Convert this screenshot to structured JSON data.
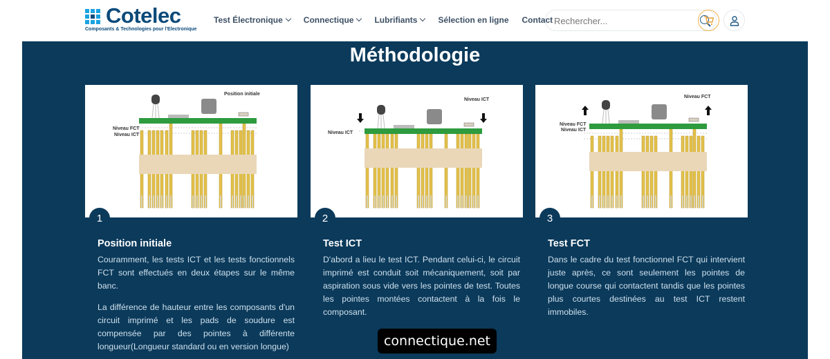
{
  "header": {
    "logo": {
      "name": "Cotelec",
      "tagline": "Composants & Technologies pour l'Electronique"
    },
    "nav": [
      {
        "label": "Test Électronique",
        "dropdown": true
      },
      {
        "label": "Connectique",
        "dropdown": true
      },
      {
        "label": "Lubrifiants",
        "dropdown": true
      },
      {
        "label": "Sélection en ligne",
        "dropdown": false
      },
      {
        "label": "Contact",
        "dropdown": false
      }
    ],
    "search": {
      "placeholder": "Rechercher...",
      "value": ""
    },
    "icons": [
      "search-icon",
      "cart-icon",
      "user-icon"
    ],
    "colors": {
      "brand": "#0b4a7a",
      "accent": "#1aa3e0",
      "cart": "#e8a23a"
    }
  },
  "section": {
    "title": "Méthodologie",
    "background": "#0b3a5b",
    "cards": [
      {
        "number": "1",
        "title": "Position initiale",
        "image_labels": {
          "caption": "Position initiale",
          "fct": "Niveau FCT",
          "ict": "Niveau ICT"
        },
        "arrows": "none",
        "paragraphs": [
          "Couramment, les tests ICT et les tests fonctionnels FCT sont effectués en deux étapes sur le même banc.",
          "La différence de hauteur entre les composants d'un circuit imprimé et les pads de soudure est compensée par des pointes à différente longueur(Longueur standard ou en version longue)"
        ]
      },
      {
        "number": "2",
        "title": "Test ICT",
        "image_labels": {
          "caption": "Niveau ICT",
          "ict": "Niveau ICT"
        },
        "arrows": "down",
        "paragraphs": [
          "D'abord a lieu le test ICT. Pendant celui-ci, le circuit imprimé est conduit soit mécaniquement, soit par aspiration sous vide vers les pointes de test. Toutes les pointes montées contactent à la fois le composant."
        ]
      },
      {
        "number": "3",
        "title": "Test FCT",
        "image_labels": {
          "caption": "Niveau FCT",
          "fct": "Niveau FCT",
          "ict": "Niveau ICT"
        },
        "arrows": "up",
        "paragraphs": [
          "Dans le cadre du test fonctionnel FCT qui intervient juste après, ce sont seulement les pointes de longue course qui contactent tandis que les pointes plus courtes destinées au test ICT restent immobiles."
        ]
      }
    ]
  },
  "watermark": "connectique.net"
}
